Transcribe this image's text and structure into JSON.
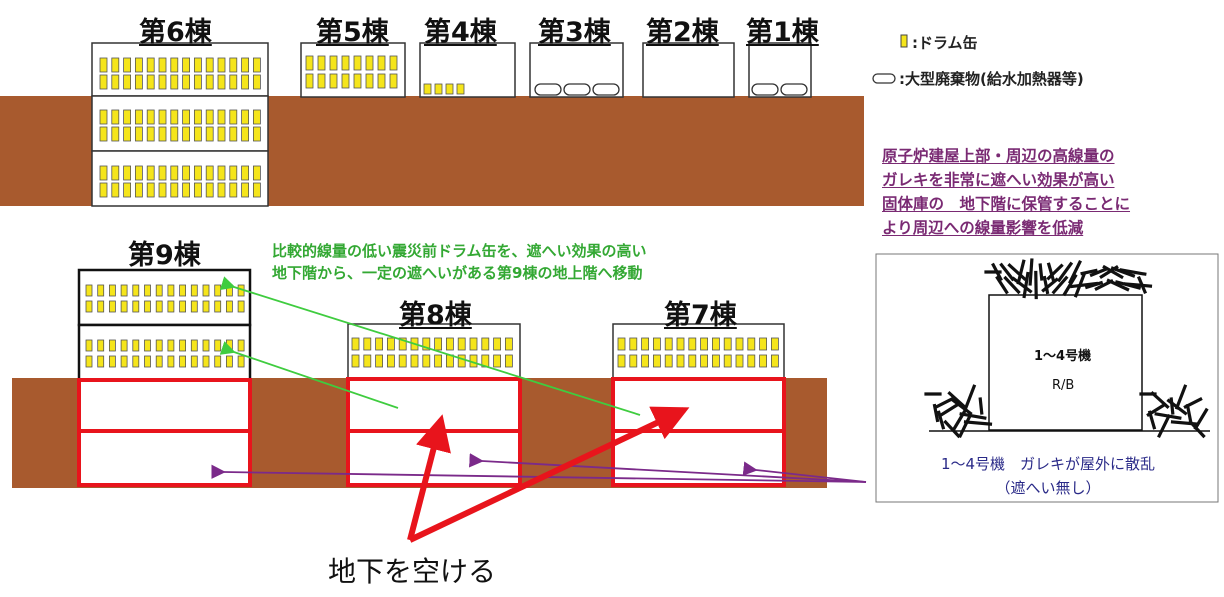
{
  "buildings_top": {
    "b6": "第6棟",
    "b5": "第5棟",
    "b4": "第4棟",
    "b3": "第3棟",
    "b2": "第2棟",
    "b1": "第1棟"
  },
  "buildings_lower": {
    "b9": "第9棟",
    "b8": "第8棟",
    "b7": "第7棟"
  },
  "legend": {
    "drum": ":ドラム缶",
    "large_waste": ":大型廃棄物(給水加熱器等)"
  },
  "note_purple": [
    "原子炉建屋上部・周辺の高線量の",
    "ガレキを非常に遮へい効果が高い",
    "固体庫の　地下階に保管することに",
    "より周辺への線量影響を低減"
  ],
  "note_green": [
    "比較的線量の低い震災前ドラム缶を、遮へい効果の高い",
    "地下階から、一定の遮へいがある第9棟の地上階へ移動"
  ],
  "reactor": {
    "title": "1～4号機",
    "sub": "R/B",
    "caption_lines": [
      "1～4号機　ガレキが屋外に散乱",
      "（遮へい無し）"
    ]
  },
  "bottom_caption": "地下を空ける",
  "colors": {
    "ground": "#a85a2e",
    "drum_fill": "#f5e51b",
    "red_box": "#e8141c",
    "green_arrow": "#3fcc3f",
    "purple_arrow": "#7b2a8a",
    "purple_text": "#7a2a73",
    "green_text": "#33a833"
  },
  "icons": [
    "drum-icon",
    "large-waste-icon",
    "debris-icon"
  ]
}
